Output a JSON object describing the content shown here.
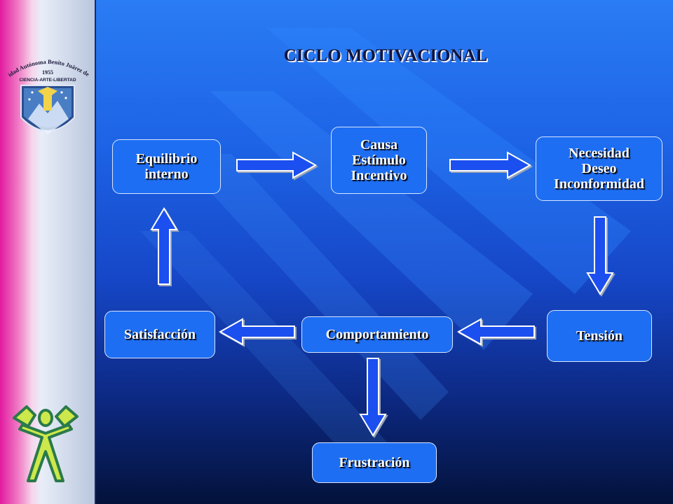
{
  "title": "CICLO MOTIVACIONAL",
  "logo": {
    "text": "Universidad Autónoma Benito Juárez de Oaxaca",
    "year": "1955",
    "motto": "CIENCIA-ARTE-LIBERTAD"
  },
  "nodes": {
    "equilibrio": [
      "Equilibrio",
      "interno"
    ],
    "causa": [
      "Causa",
      "Estímulo",
      "Incentivo"
    ],
    "necesidad": [
      "Necesidad",
      "Deseo",
      "Inconformidad"
    ],
    "tension": [
      "Tensión"
    ],
    "comportamiento": [
      "Comportamiento"
    ],
    "satisfaccion": [
      "Satisfacción"
    ],
    "frustracion": [
      "Frustración"
    ]
  },
  "colors": {
    "node_fill": "#1d6ef2",
    "node_border": "#d9e6ff",
    "arrow_fill": "#1a4ff0",
    "sidebar_accent": "#e21a9e"
  }
}
